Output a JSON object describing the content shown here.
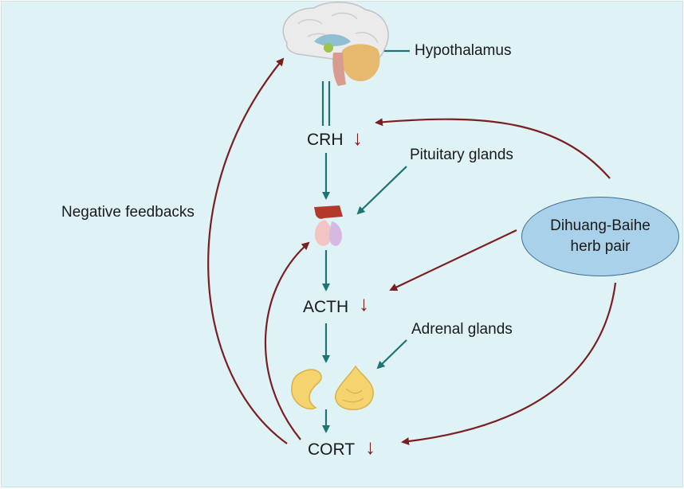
{
  "labels": {
    "hypothalamus": "Hypothalamus",
    "crh": "CRH",
    "pituitary": "Pituitary glands",
    "negative_feedbacks": "Negative feedbacks",
    "acth": "ACTH",
    "adrenal": "Adrenal glands",
    "cort": "CORT"
  },
  "herb": {
    "line1": "Dihuang-Baihe",
    "line2": "herb pair"
  },
  "indicators": {
    "crh": "↓",
    "acth": "↓",
    "cort": "↓"
  },
  "colors": {
    "background": "#dff3f7",
    "teal_arrow": "#1e7474",
    "dark_red_arrow": "#7a1f1f",
    "ellipse_fill": "#a9d2ea",
    "ellipse_border": "#3f6f96"
  }
}
